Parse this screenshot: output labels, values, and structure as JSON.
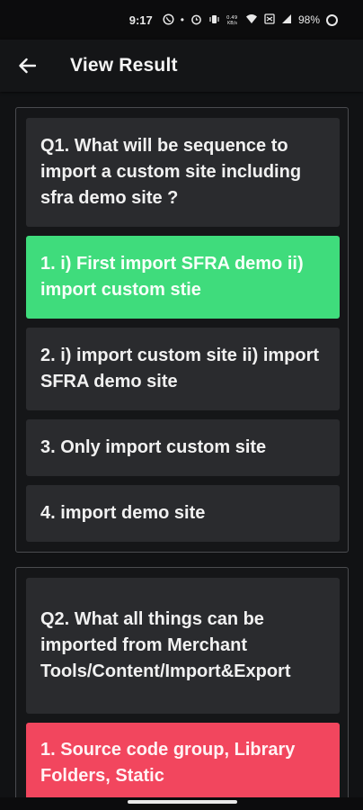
{
  "status_bar": {
    "time": "9:17",
    "dot": "•",
    "icons": [
      "whatsapp-icon",
      "alarm-icon",
      "vibrate-icon",
      "data-speed-icon",
      "wifi-icon",
      "sim-icon",
      "signal-icon"
    ],
    "battery": "98%"
  },
  "app_bar": {
    "title": "View Result",
    "back_icon": "arrow-back-icon"
  },
  "questions": [
    {
      "text": "Q1. What will be sequence to import a custom site including sfra demo site ?",
      "options": [
        {
          "label": "1. i) First import SFRA demo ii) import custom stie",
          "state": "correct"
        },
        {
          "label": "2. i) import custom site ii) import SFRA demo site",
          "state": "neutral"
        },
        {
          "label": "3. Only import custom site",
          "state": "neutral"
        },
        {
          "label": "4. import demo site",
          "state": "neutral"
        }
      ]
    },
    {
      "text": "Q2. What all things can be imported from Merchant Tools/Content/Import&Export",
      "options": [
        {
          "label": "1. Source code group, Library Folders, Static",
          "state": "wrong"
        }
      ]
    }
  ],
  "colors": {
    "correct": "#3fdc7c",
    "wrong": "#f2465e",
    "box": "#2a2b2e",
    "background": "#111214"
  }
}
